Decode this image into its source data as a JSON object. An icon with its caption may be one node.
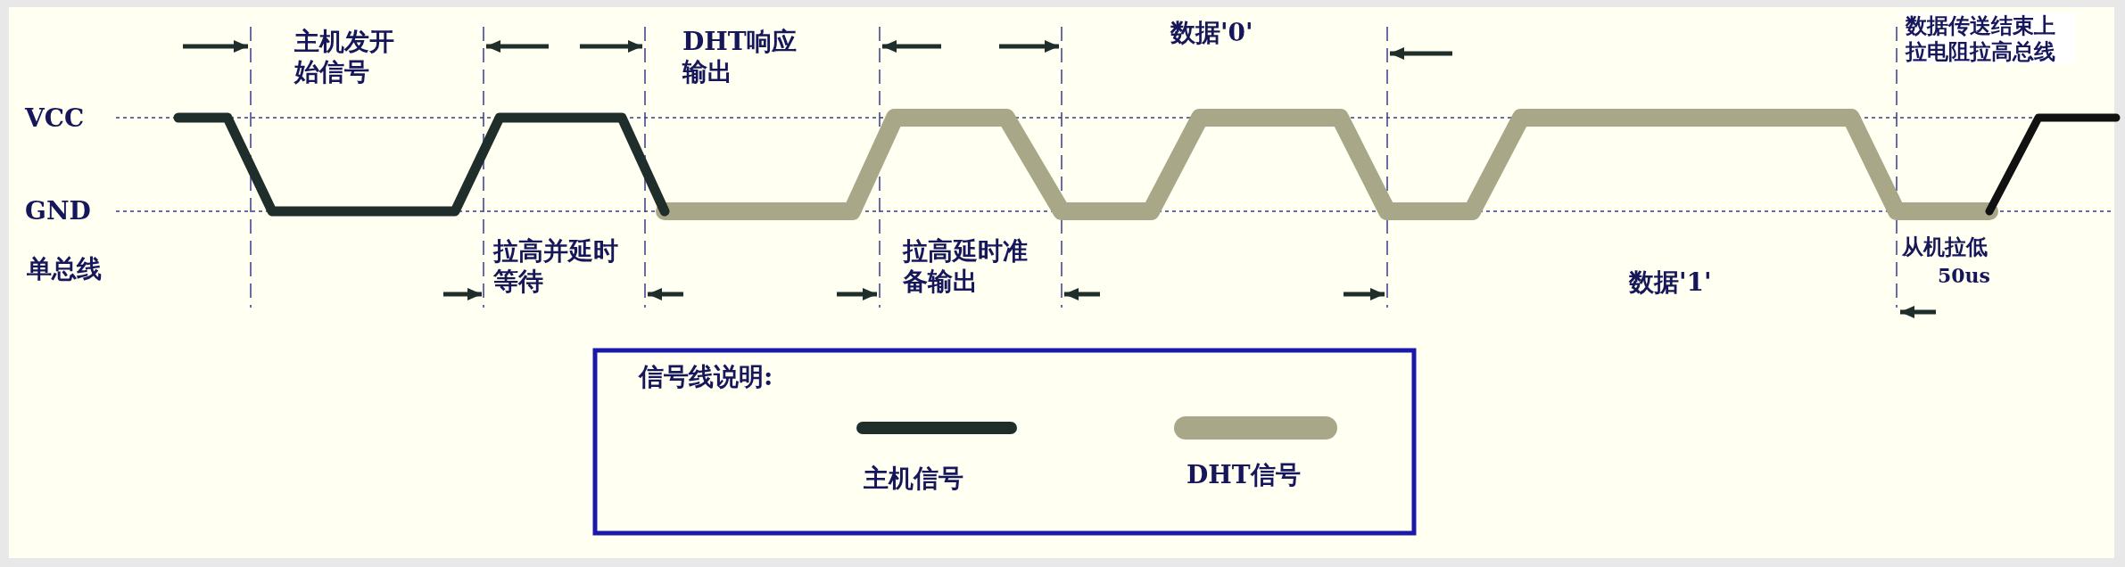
{
  "diagram": {
    "labels": [
      "主机发开始信号",
      "DHT响应输出",
      "数据'0'",
      "数据传送结束上拉电阻拉高总线",
      "VCC",
      "GND",
      "单总线",
      "拉高并延时等待",
      "拉高延时准备输出",
      "数据'1'",
      "从机拉低",
      "50us",
      "信号线说明:"
    ],
    "legend": [
      {
        "text": "主机信号"
      },
      {
        "text": "DHT信号"
      }
    ]
  }
}
